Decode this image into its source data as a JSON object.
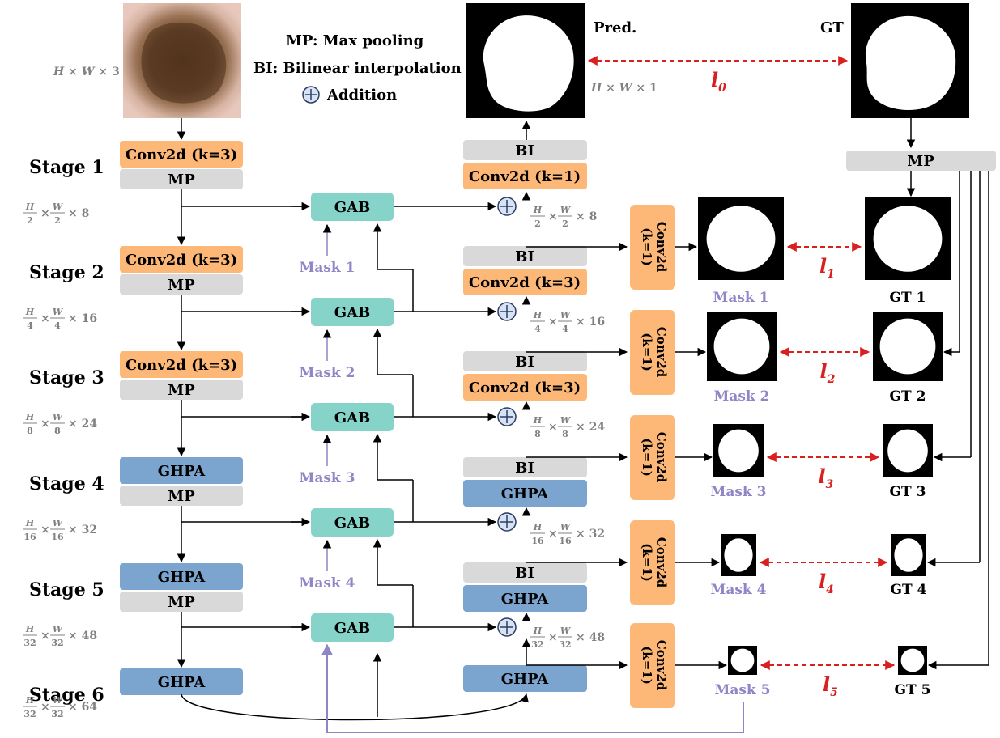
{
  "legend": {
    "mp": "MP: Max pooling",
    "bi": "BI: Bilinear interpolation",
    "add": "Addition"
  },
  "input": {
    "dim_h": "H",
    "dim_w": "W",
    "dim_c": "3"
  },
  "output": {
    "pred_label": "Pred.",
    "gt_label": "GT",
    "dim_h": "H",
    "dim_w": "W",
    "dim_c": "1"
  },
  "mp_top": "MP",
  "stages": [
    {
      "label": "Stage 1",
      "block": "Conv2d (k=3)",
      "pool": "MP",
      "dim": {
        "h": "H",
        "hd": "2",
        "w": "W",
        "wd": "2",
        "c": "8"
      }
    },
    {
      "label": "Stage 2",
      "block": "Conv2d (k=3)",
      "pool": "MP",
      "dim": {
        "h": "H",
        "hd": "4",
        "w": "W",
        "wd": "4",
        "c": "16"
      }
    },
    {
      "label": "Stage 3",
      "block": "Conv2d (k=3)",
      "pool": "MP",
      "dim": {
        "h": "H",
        "hd": "8",
        "w": "W",
        "wd": "8",
        "c": "24"
      }
    },
    {
      "label": "Stage 4",
      "block": "GHPA",
      "pool": "MP",
      "dim": {
        "h": "H",
        "hd": "16",
        "w": "W",
        "wd": "16",
        "c": "32"
      }
    },
    {
      "label": "Stage 5",
      "block": "GHPA",
      "pool": "MP",
      "dim": {
        "h": "H",
        "hd": "32",
        "w": "W",
        "wd": "32",
        "c": "48"
      }
    },
    {
      "label": "Stage 6",
      "block": "GHPA",
      "pool": "",
      "dim": {
        "h": "H",
        "hd": "32",
        "w": "W",
        "wd": "32",
        "c": "64"
      }
    }
  ],
  "gab": [
    "GAB",
    "GAB",
    "GAB",
    "GAB",
    "GAB"
  ],
  "gab_masks": [
    "Mask 1",
    "Mask 2",
    "Mask 3",
    "Mask 4"
  ],
  "decoder": [
    {
      "bi": "BI",
      "block": "Conv2d (k=1)"
    },
    {
      "bi": "BI",
      "block": "Conv2d (k=3)"
    },
    {
      "bi": "BI",
      "block": "Conv2d (k=3)"
    },
    {
      "bi": "BI",
      "block": "GHPA"
    },
    {
      "bi": "BI",
      "block": "GHPA"
    },
    {
      "bi": "",
      "block": "GHPA"
    }
  ],
  "side_conv": [
    "Conv2d",
    "(k=1)"
  ],
  "outputs": [
    {
      "mask": "Mask 1",
      "gt": "GT 1",
      "loss": "l",
      "loss_sub": "1"
    },
    {
      "mask": "Mask 2",
      "gt": "GT 2",
      "loss": "l",
      "loss_sub": "2"
    },
    {
      "mask": "Mask 3",
      "gt": "GT 3",
      "loss": "l",
      "loss_sub": "3"
    },
    {
      "mask": "Mask 4",
      "gt": "GT 4",
      "loss": "l",
      "loss_sub": "4"
    },
    {
      "mask": "Mask 5",
      "gt": "GT 5",
      "loss": "l",
      "loss_sub": "5"
    }
  ],
  "loss0": {
    "loss": "l",
    "loss_sub": "0"
  },
  "colors": {
    "conv": "#fdb877",
    "pool": "#d9d9d9",
    "ghpa": "#7ba5cf",
    "gab": "#86d3c9",
    "mask_text": "#8e86c6",
    "loss": "#d92020",
    "dim": "#808080"
  }
}
